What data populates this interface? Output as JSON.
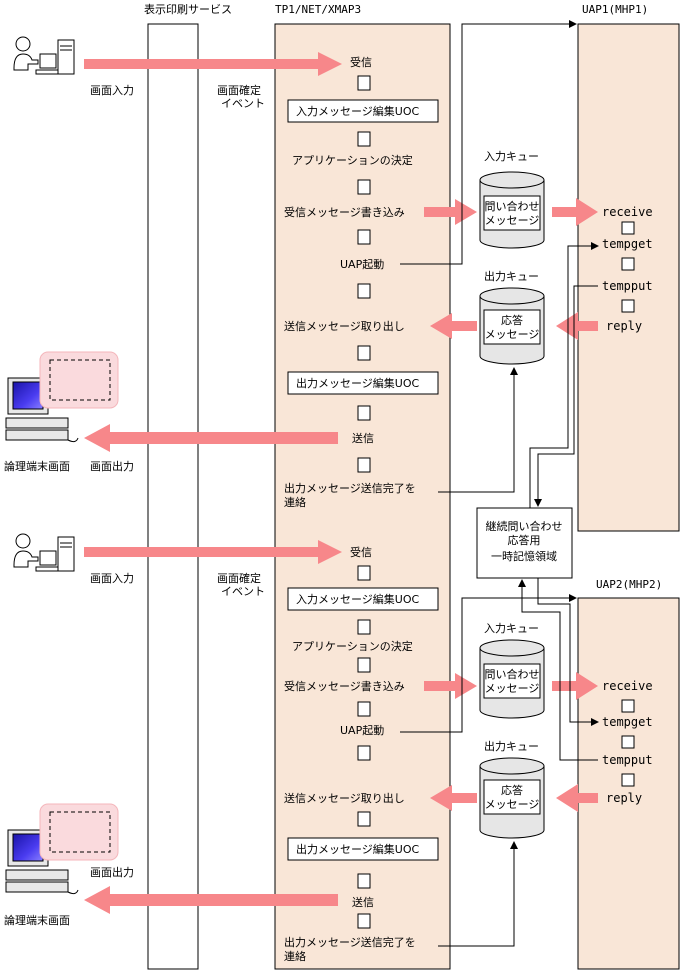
{
  "headers": {
    "display_service": "表示印刷サービス",
    "tp1": "TP1/NET/XMAP3",
    "uap1": "UAP1(MHP1)",
    "uap2": "UAP2(MHP2)"
  },
  "labels": {
    "screen_input": "画面入力",
    "screen_output": "画面出力",
    "logical_terminal": "論理端末画面",
    "screen_confirm_1": "画面確定",
    "screen_confirm_2": "イベント",
    "receive_step": "受信",
    "input_uoc": "入力メッセージ編集UOC",
    "app_decide": "アプリケーションの決定",
    "write_recv": "受信メッセージ書き込み",
    "uap_start": "UAP起動",
    "take_send": "送信メッセージ取り出し",
    "output_uoc": "出力メッセージ編集UOC",
    "send_step": "送信",
    "notify_1": "出力メッセージ送信完了を",
    "notify_2": "連絡",
    "input_queue": "入力キュー",
    "output_queue": "出力キュー",
    "query_msg_1": "問い合わせ",
    "query_msg_2": "メッセージ",
    "resp_msg_1": "応答",
    "resp_msg_2": "メッセージ",
    "temp_area_1": "継続問い合わせ",
    "temp_area_2": "応答用",
    "temp_area_3": "一時記憶領域",
    "receive": "receive",
    "tempget": "tempget",
    "tempput": "tempput",
    "reply": "reply"
  },
  "colors": {
    "arrow": "#f7878a",
    "lane_fill": "#f9e6d7",
    "screen_pink": "#fadadd",
    "monitor_blue": "#3a2fd6"
  }
}
